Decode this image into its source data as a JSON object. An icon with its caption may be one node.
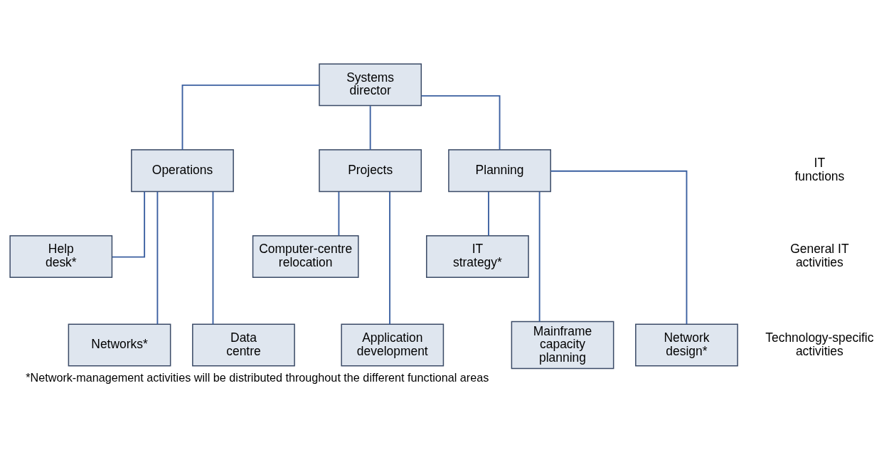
{
  "diagram": {
    "caption": "*Network-management activities will be distributed throughout the different functional areas",
    "nodes": [
      {
        "text": [
          "Systems director"
        ]
      },
      {
        "text": [
          "Operations"
        ]
      },
      {
        "text": [
          "Projects"
        ]
      },
      {
        "text": [
          "Planning"
        ]
      },
      {
        "text": [
          "Help desk*"
        ]
      },
      {
        "text": [
          "Computer-centre relocation"
        ]
      },
      {
        "text": [
          "IT strategy*"
        ]
      },
      {
        "text": [
          "Networks*"
        ]
      },
      {
        "text": [
          "Data centre"
        ]
      },
      {
        "text": [
          "Application development"
        ]
      },
      {
        "text": [
          "Mainframe capacity planning"
        ]
      },
      {
        "text": [
          "Network design*"
        ]
      }
    ],
    "edges": [
      {
        "from": 0,
        "to": 1,
        "arrow": "none"
      },
      {
        "from": 0,
        "to": 2,
        "arrow": "none"
      },
      {
        "from": 0,
        "to": 3,
        "arrow": "none"
      },
      {
        "from": 1,
        "to": 4,
        "arrow": "none"
      },
      {
        "from": 1,
        "to": 7,
        "arrow": "none"
      },
      {
        "from": 1,
        "to": 8,
        "arrow": "none"
      },
      {
        "from": 2,
        "to": 5,
        "arrow": "none"
      },
      {
        "from": 2,
        "to": 9,
        "arrow": "none"
      },
      {
        "from": 3,
        "to": 6,
        "arrow": "none"
      },
      {
        "from": 3,
        "to": 10,
        "arrow": "none"
      },
      {
        "from": 3,
        "to": 11,
        "arrow": "none"
      }
    ],
    "labels": [
      "IT functions",
      "General IT activities",
      "Technology-specific activities"
    ]
  }
}
